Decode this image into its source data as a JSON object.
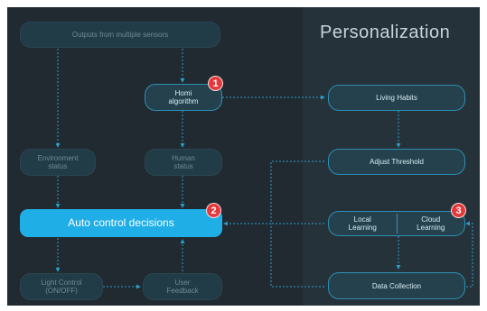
{
  "panel_title": "Personalization",
  "nodes": {
    "sensors": "Outputs from multiple sensors",
    "homi_line1": "Homi",
    "homi_line2": "algorithm",
    "env_line1": "Environment",
    "env_line2": "status",
    "human_line1": "Human",
    "human_line2": "status",
    "auto_control": "Auto control decisions",
    "light_line1": "Light Control",
    "light_line2": "(ON/OFF)",
    "feedback_line1": "User",
    "feedback_line2": "Feedback",
    "living_habits": "Living Habits",
    "adjust_threshold": "Adjust Threshold",
    "local_line1": "Local",
    "local_line2": "Learning",
    "cloud_line1": "Cloud",
    "cloud_line2": "Learning",
    "data_collection": "Data Collection"
  },
  "badges": {
    "one": "1",
    "two": "2",
    "three": "3"
  },
  "colors": {
    "background": "#212a31",
    "panel": "#26323a",
    "primary": "#20aee7",
    "connector": "#2a9fcc",
    "badge": "#e5383b"
  }
}
